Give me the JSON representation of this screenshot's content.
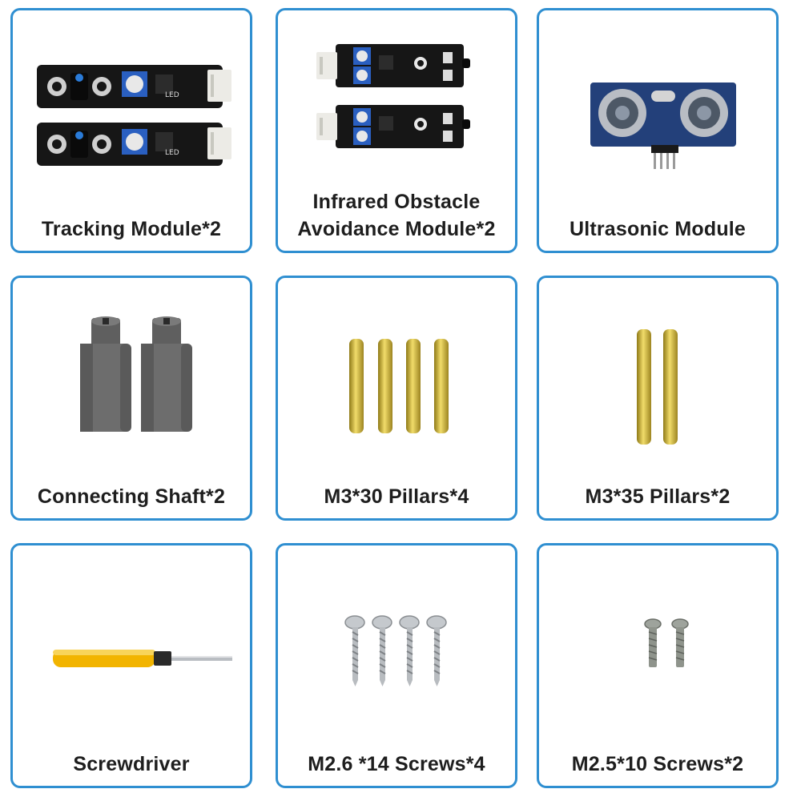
{
  "items": [
    {
      "label": [
        "Tracking Module*2"
      ],
      "image": "tracking-module-image"
    },
    {
      "label": [
        "Infrared Obstacle",
        "Avoidance Module*2"
      ],
      "image": "infrared-obstacle-module-image"
    },
    {
      "label": [
        "Ultrasonic Module"
      ],
      "image": "ultrasonic-module-image"
    },
    {
      "label": [
        "Connecting Shaft*2"
      ],
      "image": "connecting-shaft-image"
    },
    {
      "label": [
        "M3*30 Pillars*4"
      ],
      "image": "m3-30-pillars-image"
    },
    {
      "label": [
        "M3*35 Pillars*2"
      ],
      "image": "m3-35-pillars-image"
    },
    {
      "label": [
        "Screwdriver"
      ],
      "image": "screwdriver-image"
    },
    {
      "label": [
        "M2.6 *14 Screws*4"
      ],
      "image": "m2-6-14-screws-image"
    },
    {
      "label": [
        "M2.5*10 Screws*2"
      ],
      "image": "m2-5-10-screws-image"
    }
  ],
  "colors": {
    "border": "#2f8fd1",
    "text": "#1e1e1e",
    "pcb": "#1a1a1a",
    "brass": "#c9ad2e",
    "shaft": "#6d6d6d",
    "sensor_board": "#23407a",
    "handle": "#f2b400",
    "screw": "#b8bcc0"
  }
}
